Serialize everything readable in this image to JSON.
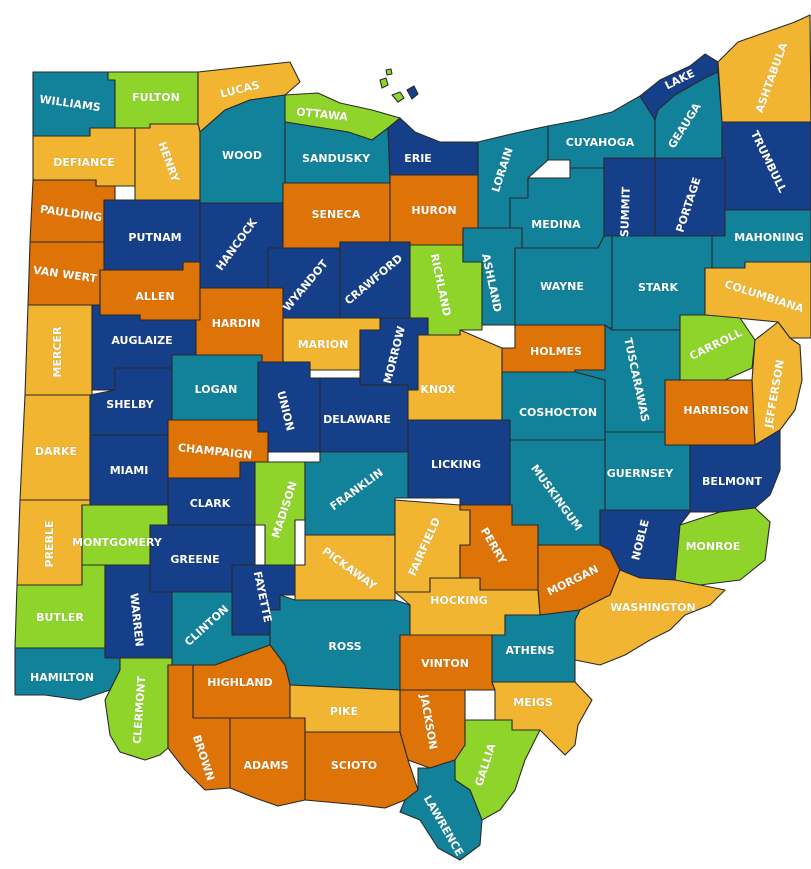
{
  "palette": {
    "navy": "#163f8a",
    "teal": "#11829a",
    "orange": "#de7307",
    "gold": "#f1b531",
    "lime": "#8fd42a",
    "lake": "#ffffff",
    "outline": "#2a2a2a"
  },
  "counties": [
    {
      "id": "williams",
      "label": "WILLIAMS",
      "color": "teal"
    },
    {
      "id": "fulton",
      "label": "FULTON",
      "color": "lime"
    },
    {
      "id": "lucas",
      "label": "LUCAS",
      "color": "gold"
    },
    {
      "id": "ottawa",
      "label": "OTTAWA",
      "color": "lime"
    },
    {
      "id": "defiance",
      "label": "DEFIANCE",
      "color": "gold"
    },
    {
      "id": "henry",
      "label": "HENRY",
      "color": "gold"
    },
    {
      "id": "wood",
      "label": "WOOD",
      "color": "teal"
    },
    {
      "id": "sandusky",
      "label": "SANDUSKY",
      "color": "teal"
    },
    {
      "id": "erie",
      "label": "ERIE",
      "color": "navy"
    },
    {
      "id": "lorain",
      "label": "LORAIN",
      "color": "teal"
    },
    {
      "id": "cuyahoga",
      "label": "CUYAHOGA",
      "color": "teal"
    },
    {
      "id": "lake",
      "label": "LAKE",
      "color": "navy"
    },
    {
      "id": "geauga",
      "label": "GEAUGA",
      "color": "teal"
    },
    {
      "id": "ashtabula",
      "label": "ASHTABULA",
      "color": "gold"
    },
    {
      "id": "trumbull",
      "label": "TRUMBULL",
      "color": "navy"
    },
    {
      "id": "paulding",
      "label": "PAULDING",
      "color": "orange"
    },
    {
      "id": "putnam",
      "label": "PUTNAM",
      "color": "navy"
    },
    {
      "id": "hancock",
      "label": "HANCOCK",
      "color": "navy"
    },
    {
      "id": "seneca",
      "label": "SENECA",
      "color": "orange"
    },
    {
      "id": "huron",
      "label": "HURON",
      "color": "orange"
    },
    {
      "id": "medina",
      "label": "MEDINA",
      "color": "teal"
    },
    {
      "id": "summit",
      "label": "SUMMIT",
      "color": "navy"
    },
    {
      "id": "portage",
      "label": "PORTAGE",
      "color": "navy"
    },
    {
      "id": "mahoning",
      "label": "MAHONING",
      "color": "teal"
    },
    {
      "id": "vanwert",
      "label": "VAN WERT",
      "color": "orange"
    },
    {
      "id": "allen",
      "label": "ALLEN",
      "color": "orange"
    },
    {
      "id": "wyandot",
      "label": "WYANDOT",
      "color": "navy"
    },
    {
      "id": "crawford",
      "label": "CRAWFORD",
      "color": "navy"
    },
    {
      "id": "richland",
      "label": "RICHLAND",
      "color": "lime"
    },
    {
      "id": "ashland",
      "label": "ASHLAND",
      "color": "teal"
    },
    {
      "id": "wayne",
      "label": "WAYNE",
      "color": "teal"
    },
    {
      "id": "stark",
      "label": "STARK",
      "color": "teal"
    },
    {
      "id": "columbiana",
      "label": "COLUMBIANA",
      "color": "gold"
    },
    {
      "id": "mercer",
      "label": "MERCER",
      "color": "gold"
    },
    {
      "id": "auglaize",
      "label": "AUGLAIZE",
      "color": "navy"
    },
    {
      "id": "hardin",
      "label": "HARDIN",
      "color": "orange"
    },
    {
      "id": "marion",
      "label": "MARION",
      "color": "gold"
    },
    {
      "id": "morrow",
      "label": "MORROW",
      "color": "navy"
    },
    {
      "id": "holmes",
      "label": "HOLMES",
      "color": "orange"
    },
    {
      "id": "tuscarawas",
      "label": "TUSCARAWAS",
      "color": "teal"
    },
    {
      "id": "carroll",
      "label": "CARROLL",
      "color": "lime"
    },
    {
      "id": "jefferson",
      "label": "JEFFERSON",
      "color": "gold"
    },
    {
      "id": "shelby",
      "label": "SHELBY",
      "color": "navy"
    },
    {
      "id": "logan",
      "label": "LOGAN",
      "color": "teal"
    },
    {
      "id": "union",
      "label": "UNION",
      "color": "navy"
    },
    {
      "id": "delaware",
      "label": "DELAWARE",
      "color": "navy"
    },
    {
      "id": "knox",
      "label": "KNOX",
      "color": "gold"
    },
    {
      "id": "coshocton",
      "label": "COSHOCTON",
      "color": "teal"
    },
    {
      "id": "harrison",
      "label": "HARRISON",
      "color": "orange"
    },
    {
      "id": "darke",
      "label": "DARKE",
      "color": "gold"
    },
    {
      "id": "miami",
      "label": "MIAMI",
      "color": "navy"
    },
    {
      "id": "champaign",
      "label": "CHAMPAIGN",
      "color": "orange"
    },
    {
      "id": "licking",
      "label": "LICKING",
      "color": "navy"
    },
    {
      "id": "guernsey",
      "label": "GUERNSEY",
      "color": "teal"
    },
    {
      "id": "belmont",
      "label": "BELMONT",
      "color": "navy"
    },
    {
      "id": "clark",
      "label": "CLARK",
      "color": "navy"
    },
    {
      "id": "madison",
      "label": "MADISON",
      "color": "lime"
    },
    {
      "id": "franklin",
      "label": "FRANKLIN",
      "color": "teal"
    },
    {
      "id": "muskingum",
      "label": "MUSKINGUM",
      "color": "teal"
    },
    {
      "id": "noble",
      "label": "NOBLE",
      "color": "navy"
    },
    {
      "id": "monroe",
      "label": "MONROE",
      "color": "lime"
    },
    {
      "id": "preble",
      "label": "PREBLE",
      "color": "gold"
    },
    {
      "id": "montgomery",
      "label": "MONTGOMERY",
      "color": "lime"
    },
    {
      "id": "greene",
      "label": "GREENE",
      "color": "navy"
    },
    {
      "id": "fayette",
      "label": "FAYETTE",
      "color": "navy"
    },
    {
      "id": "pickaway",
      "label": "PICKAWAY",
      "color": "gold"
    },
    {
      "id": "fairfield",
      "label": "FAIRFIELD",
      "color": "gold"
    },
    {
      "id": "perry",
      "label": "PERRY",
      "color": "orange"
    },
    {
      "id": "morgan",
      "label": "MORGAN",
      "color": "orange"
    },
    {
      "id": "washington",
      "label": "WASHINGTON",
      "color": "gold"
    },
    {
      "id": "butler",
      "label": "BUTLER",
      "color": "lime"
    },
    {
      "id": "warren",
      "label": "WARREN",
      "color": "navy"
    },
    {
      "id": "clinton",
      "label": "CLINTON",
      "color": "teal"
    },
    {
      "id": "ross",
      "label": "ROSS",
      "color": "teal"
    },
    {
      "id": "hocking",
      "label": "HOCKING",
      "color": "gold"
    },
    {
      "id": "athens",
      "label": "ATHENS",
      "color": "teal"
    },
    {
      "id": "hamilton",
      "label": "HAMILTON",
      "color": "teal"
    },
    {
      "id": "clermont",
      "label": "CLERMONT",
      "color": "lime"
    },
    {
      "id": "highland",
      "label": "HIGHLAND",
      "color": "orange"
    },
    {
      "id": "vinton",
      "label": "VINTON",
      "color": "orange"
    },
    {
      "id": "meigs",
      "label": "MEIGS",
      "color": "gold"
    },
    {
      "id": "pike",
      "label": "PIKE",
      "color": "gold"
    },
    {
      "id": "jackson",
      "label": "JACKSON",
      "color": "orange"
    },
    {
      "id": "gallia",
      "label": "GALLIA",
      "color": "lime"
    },
    {
      "id": "brown",
      "label": "BROWN",
      "color": "orange"
    },
    {
      "id": "adams",
      "label": "ADAMS",
      "color": "orange"
    },
    {
      "id": "scioto",
      "label": "SCIOTO",
      "color": "orange"
    },
    {
      "id": "lawrence",
      "label": "LAWRENCE",
      "color": "teal"
    }
  ]
}
